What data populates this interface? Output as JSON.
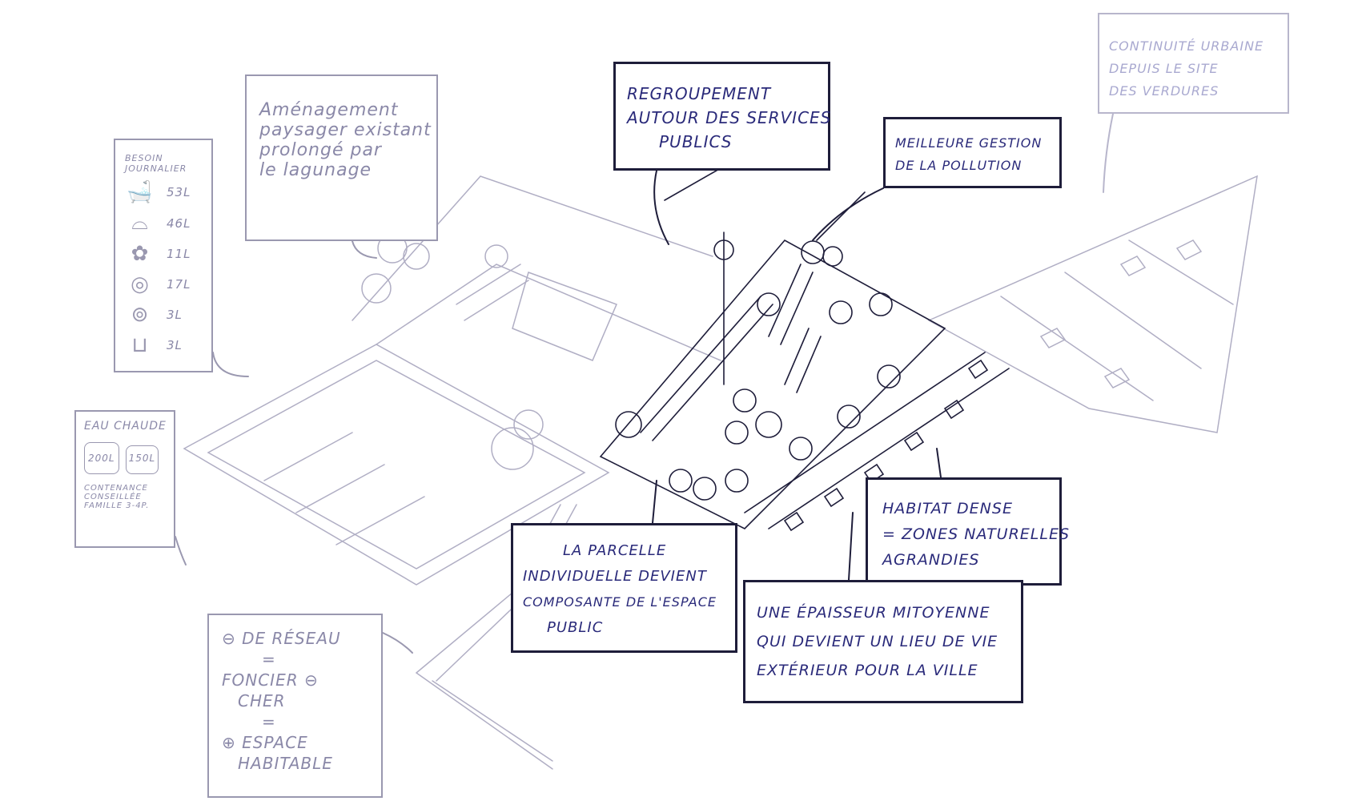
{
  "callouts": {
    "amenagement": {
      "lines": [
        "Aménagement",
        "paysager existant",
        "prolongé par",
        "le lagunage"
      ]
    },
    "besoin": {
      "title_lines": [
        "Besoin",
        "journalier"
      ],
      "items": [
        {
          "icon": "bathtub-icon",
          "value": "53L"
        },
        {
          "icon": "toilet-icon",
          "value": "46L"
        },
        {
          "icon": "flower-water-icon",
          "value": "11L"
        },
        {
          "icon": "washing-machine-icon",
          "value": "17L"
        },
        {
          "icon": "dishes-icon",
          "value": "3L"
        },
        {
          "icon": "bucket-icon",
          "value": "3L"
        }
      ]
    },
    "eau_chaude": {
      "title": "Eau chaude",
      "tanks": [
        "200L",
        "150L"
      ],
      "lines": [
        "Contenance",
        "conseillée",
        "famille 3-4p."
      ]
    },
    "reseau": {
      "lines": [
        "⊖ de réseau",
        "=",
        "foncier ⊖",
        "cher",
        "=",
        "⊕ espace",
        "habitable"
      ]
    },
    "regroupement": {
      "lines": [
        "Regroupement",
        "autour des services",
        "publics"
      ]
    },
    "pollution": {
      "lines": [
        "Meilleure gestion",
        "de la pollution"
      ]
    },
    "continuite": {
      "lines": [
        "Continuité urbaine",
        "depuis le site",
        "des verdures"
      ]
    },
    "habitat": {
      "lines": [
        "Habitat dense",
        "= zones naturelles",
        "agrandies"
      ]
    },
    "parcelle": {
      "lines": [
        "La parcelle",
        "individuelle devient",
        "composante de l'espace",
        "public"
      ]
    },
    "epaisseur": {
      "lines": [
        "Une épaisseur mitoyenne",
        "qui devient un lieu de vie",
        "extérieur pour la ville"
      ]
    }
  },
  "colors": {
    "pencil": "#9a98b0",
    "ink": "#1e1d3a",
    "ink_text": "#2a2a7a"
  }
}
